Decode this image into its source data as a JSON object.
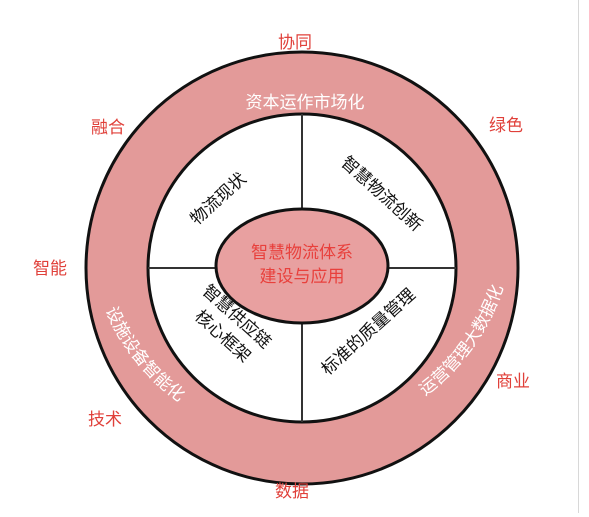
{
  "outer_labels": {
    "top": "协同",
    "upper_left": "融合",
    "upper_right": "绿色",
    "left": "智能",
    "lower_right": "商业",
    "lower_left": "技术",
    "bottom": "数据"
  },
  "ring": {
    "top": "资本运作市场化",
    "left": "设施设备智能化",
    "right": "运营管理大数据化"
  },
  "segments": {
    "top_left": [
      "物流现状"
    ],
    "top_right": [
      "智慧物流创新"
    ],
    "bottom_left": [
      "智慧供应链",
      "核心框架"
    ],
    "bottom_right": [
      "标准的质量管理"
    ]
  },
  "core": {
    "line1": "智慧物流体系",
    "line2": "建设与应用"
  },
  "colors": {
    "ring_fill": "#e39a99",
    "core_fill": "#e8a0a0",
    "outer_text": "#e0403a",
    "core_text": "#e8403c",
    "stroke": "#111111"
  }
}
